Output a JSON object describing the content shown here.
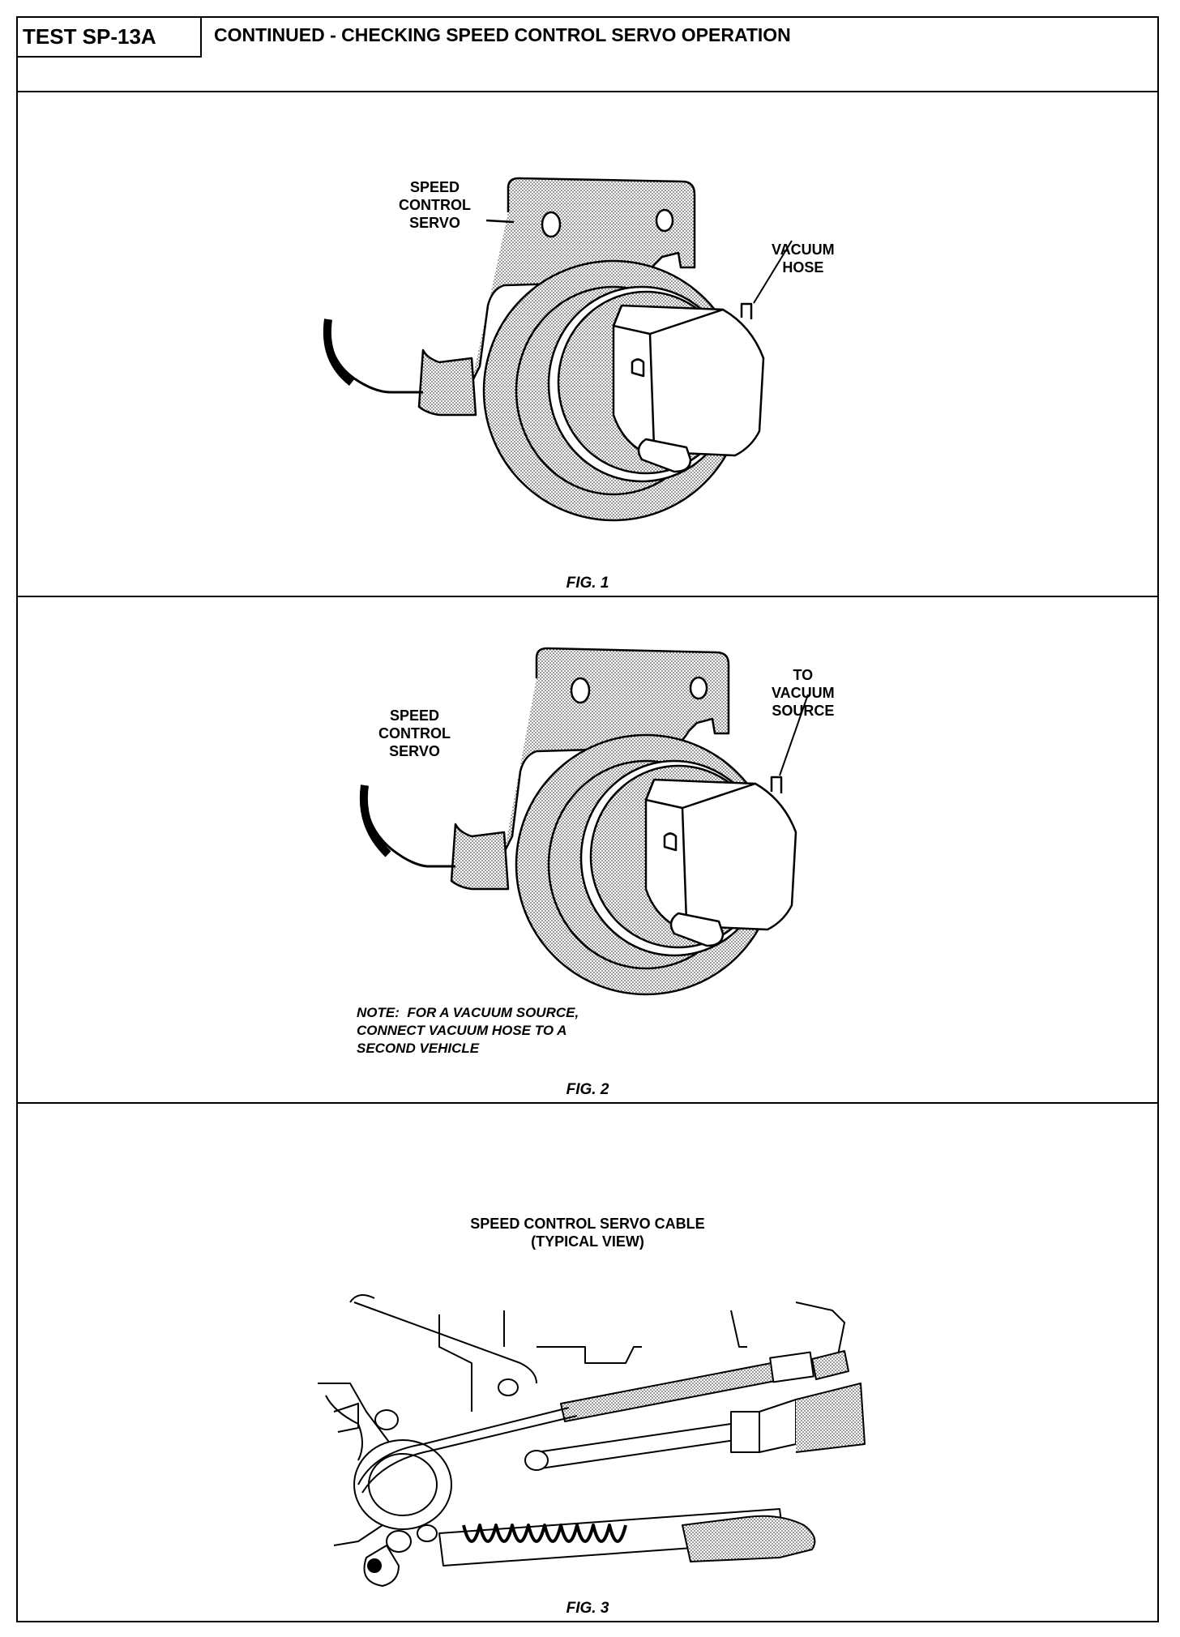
{
  "header": {
    "test_id": "TEST SP-13A",
    "title": "CONTINUED - CHECKING SPEED CONTROL SERVO OPERATION"
  },
  "fig1": {
    "caption": "FIG. 1",
    "label_servo": "SPEED\nCONTROL\nSERVO",
    "label_hose": "VACUUM\nHOSE"
  },
  "fig2": {
    "caption": "FIG. 2",
    "label_servo": "SPEED\nCONTROL\nSERVO",
    "label_source": "TO\nVACUUM\nSOURCE",
    "note": "NOTE:  FOR A VACUUM SOURCE,\nCONNECT VACUUM HOSE TO A\nSECOND VEHICLE"
  },
  "fig3": {
    "caption": "FIG. 3",
    "title_line1": "SPEED CONTROL SERVO CABLE",
    "title_line2": "(TYPICAL VIEW)"
  },
  "colors": {
    "ink": "#000000",
    "paper": "#ffffff",
    "stipple": "#9a9a9a"
  }
}
